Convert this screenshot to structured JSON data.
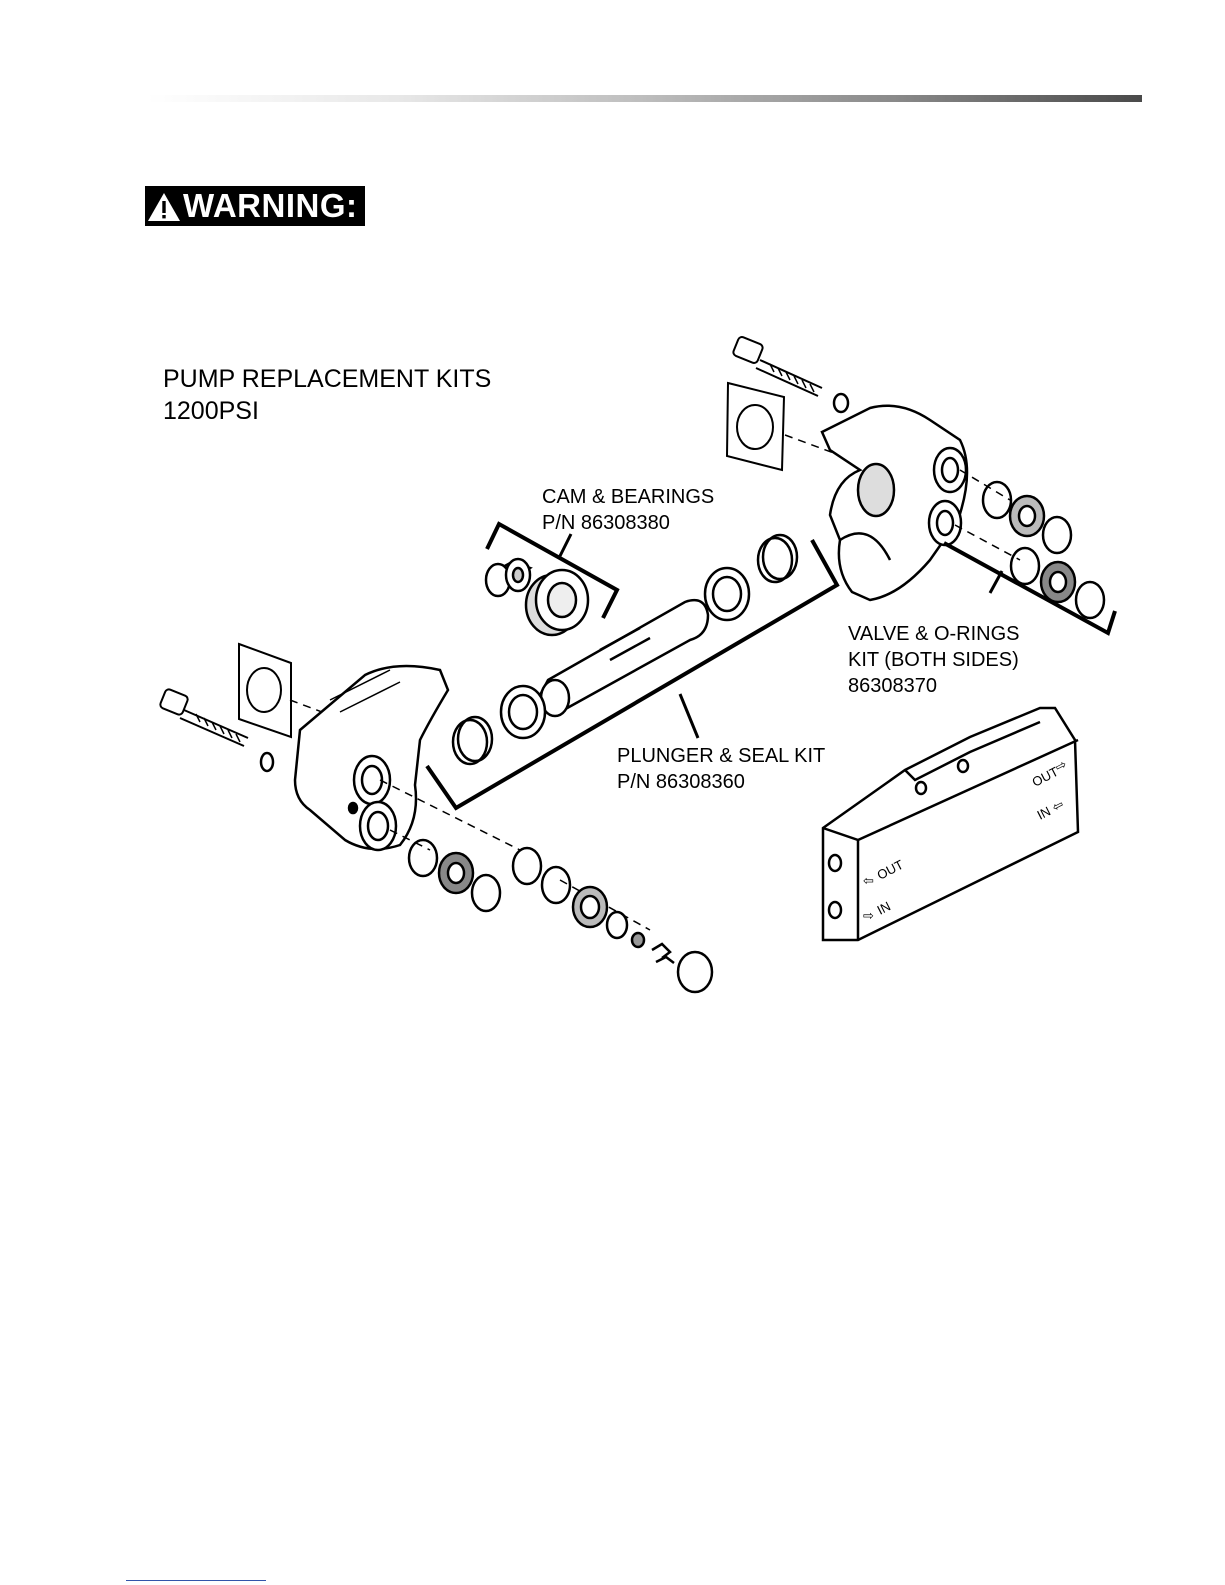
{
  "warning": {
    "label": "WARNING:"
  },
  "diagram": {
    "title_line1": "PUMP REPLACEMENT KITS",
    "title_line2": "1200PSI",
    "cam": {
      "line1": "CAM & BEARINGS",
      "line2": "P/N 86308380"
    },
    "valve": {
      "line1": "VALVE & O-RINGS",
      "line2": "KIT (BOTH SIDES)",
      "line3": "86308370"
    },
    "plunger": {
      "line1": "PLUNGER & SEAL KIT",
      "line2": "P/N 86308360"
    },
    "manifold": {
      "out_top": "OUT",
      "in_top": "IN",
      "out_side": "OUT",
      "in_side": "IN"
    }
  }
}
